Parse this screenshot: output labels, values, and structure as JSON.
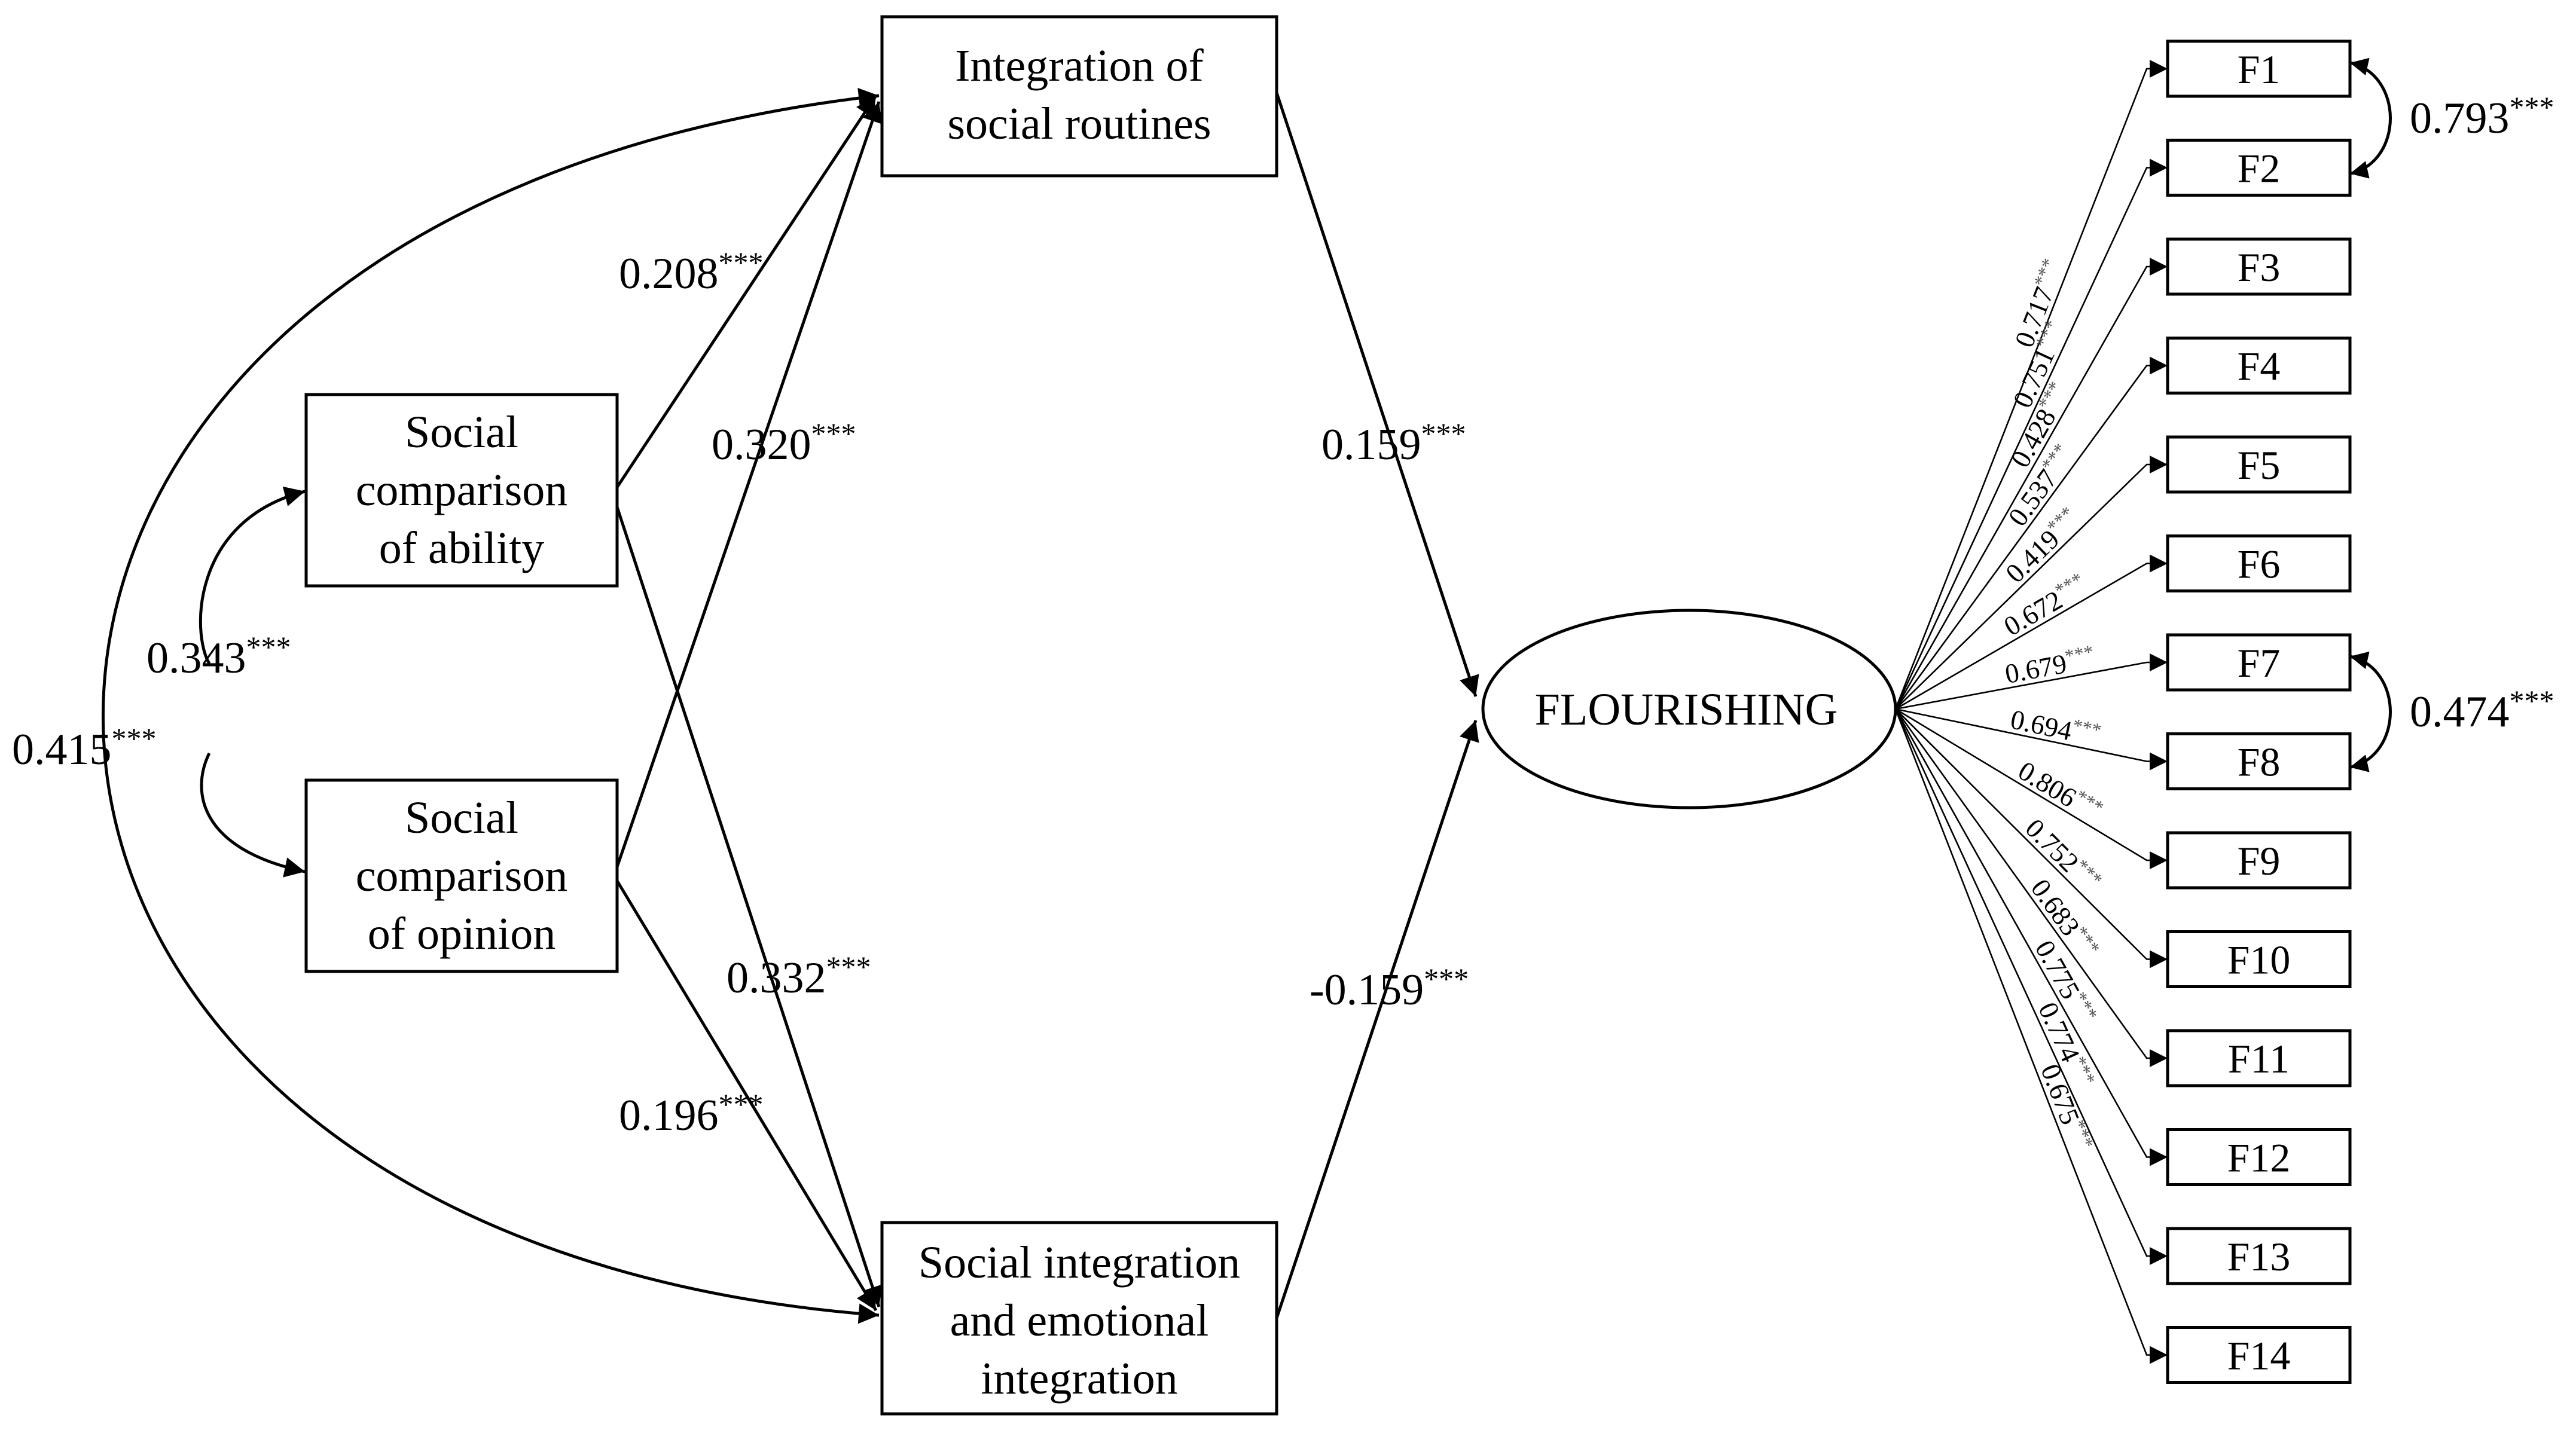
{
  "nodes": {
    "routines": {
      "lines": [
        "Integration of",
        "social routines"
      ]
    },
    "ability": {
      "lines": [
        "Social",
        "comparison",
        "of ability"
      ]
    },
    "opinion": {
      "lines": [
        "Social",
        "comparison",
        "of opinion"
      ]
    },
    "emotional": {
      "lines": [
        "Social integration",
        "and emotional",
        "integration"
      ]
    },
    "flourishing": {
      "label": "FLOURISHING"
    }
  },
  "paths": {
    "ability_routines": {
      "value": "0.208",
      "sig": "***"
    },
    "opinion_routines": {
      "value": "0.320",
      "sig": "***"
    },
    "ability_emotional": {
      "value": "0.332",
      "sig": "***"
    },
    "opinion_emotional": {
      "value": "0.196",
      "sig": "***"
    },
    "routines_flourishing": {
      "value": "0.159",
      "sig": "***"
    },
    "emotional_flourishing": {
      "value": "-0.159",
      "sig": "***"
    },
    "cov_ability_opinion": {
      "value": "0.343",
      "sig": "***"
    },
    "cov_routines_emotional": {
      "value": "0.415",
      "sig": "***"
    }
  },
  "indicators": [
    {
      "label": "F1",
      "loading": "0.717",
      "sig": "***"
    },
    {
      "label": "F2",
      "loading": "0.751",
      "sig": "***"
    },
    {
      "label": "F3",
      "loading": "0.428",
      "sig": "***"
    },
    {
      "label": "F4",
      "loading": "0.537",
      "sig": "***"
    },
    {
      "label": "F5",
      "loading": "0.419",
      "sig": "***"
    },
    {
      "label": "F6",
      "loading": "0.672",
      "sig": "***"
    },
    {
      "label": "F7",
      "loading": "0.679",
      "sig": "***"
    },
    {
      "label": "F8",
      "loading": "0.694",
      "sig": "***"
    },
    {
      "label": "F9",
      "loading": "0.806",
      "sig": "***"
    },
    {
      "label": "F10",
      "loading": "0.752",
      "sig": "***"
    },
    {
      "label": "F11",
      "loading": "0.683",
      "sig": "***"
    },
    {
      "label": "F12",
      "loading": "0.775",
      "sig": "***"
    },
    {
      "label": "F13",
      "loading": "0.774",
      "sig": "***"
    },
    {
      "label": "F14",
      "loading": "0.675",
      "sig": "***"
    }
  ],
  "residual_covariances": [
    {
      "from": "F1",
      "to": "F2",
      "value": "0.793",
      "sig": "***"
    },
    {
      "from": "F7",
      "to": "F8",
      "value": "0.474",
      "sig": "***"
    }
  ]
}
